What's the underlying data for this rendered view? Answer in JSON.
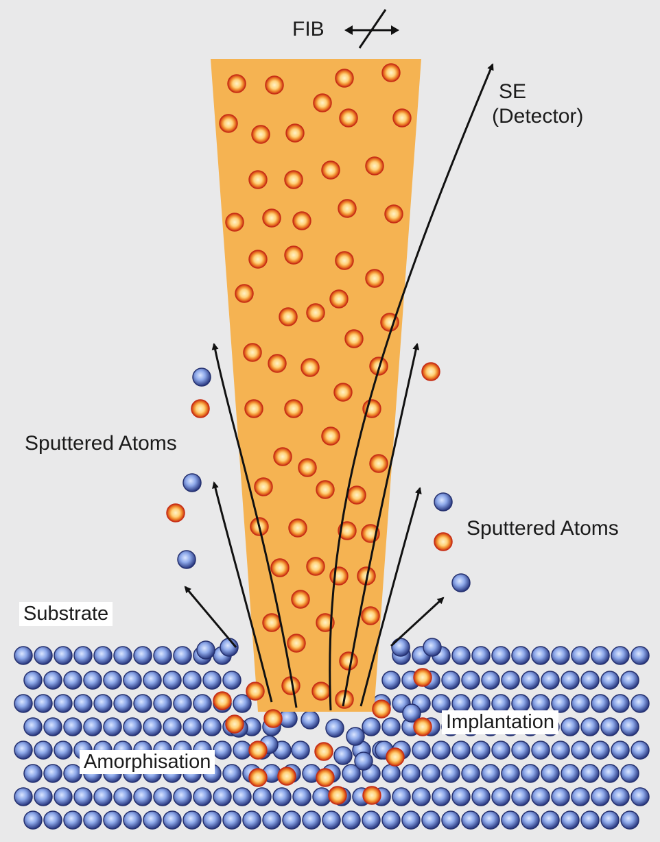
{
  "labels": {
    "fib": "FIB",
    "se_line1": "SE",
    "se_line2": "(Detector)",
    "sputtered_left": "Sputtered Atoms",
    "sputtered_right": "Sputtered Atoms",
    "substrate": "Substrate",
    "implantation": "Implantation",
    "amorphisation": "Amorphisation"
  },
  "colors": {
    "background": "#e9e9ea",
    "ion_beam": "#f5b352",
    "ion_atom_outer": "#d8391c",
    "ion_atom_inner": "#ffd27a",
    "substrate_atom_outer": "#2d3e8a",
    "substrate_atom_inner": "#9db6f0",
    "arrow": "#111111"
  },
  "icons": {
    "beam_scan": "scan-arrows-icon"
  }
}
